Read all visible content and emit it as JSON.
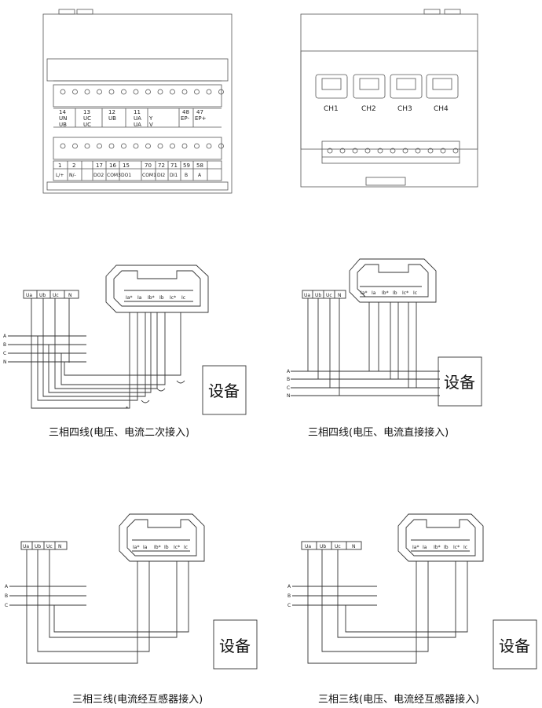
{
  "device_label": "设备",
  "star_mark": "*",
  "panel_left": {
    "top_row_numbers": [
      "14",
      "13",
      "12",
      "11",
      "48",
      "47"
    ],
    "top_row_labels_1": [
      "UN",
      "UC",
      "UB",
      "UA",
      "EP-",
      "EP+"
    ],
    "top_row_labels_2": [
      "UB",
      "UC",
      "UA"
    ],
    "yv_labels": [
      "Y",
      "V"
    ],
    "bottom_row_numbers": [
      "1",
      "2",
      "17",
      "16",
      "15",
      "70",
      "72",
      "71",
      "59",
      "58"
    ],
    "bottom_row_labels": [
      "L/+",
      "N/-",
      "DO2",
      "COM3",
      "DO1",
      "COM1",
      "DI2",
      "DI1",
      "B",
      "A"
    ]
  },
  "panel_right": {
    "channels": [
      "CH1",
      "CH2",
      "CH3",
      "CH4"
    ]
  },
  "diagrams": [
    {
      "caption": "三相四线(电压、电流二次接入)",
      "voltage_terms": [
        "Ua",
        "Ub",
        "Uc",
        "N"
      ],
      "current_terms": [
        "Ia*",
        "Ia",
        "Ib*",
        "Ib",
        "Ic*",
        "Ic"
      ],
      "phases": [
        "A",
        "B",
        "C",
        "N"
      ]
    },
    {
      "caption": "三相四线(电压、电流直接接入)",
      "voltage_terms": [
        "Ua",
        "Ub",
        "Uc",
        "N"
      ],
      "current_terms": [
        "Ia*",
        "Ia",
        "Ib*",
        "Ib",
        "Ic*",
        "Ic"
      ],
      "phases": [
        "A",
        "B",
        "C",
        "N"
      ]
    },
    {
      "caption": "三相三线(电流经互感器接入)",
      "voltage_terms": [
        "Ua",
        "Ub",
        "Uc",
        "N"
      ],
      "current_terms": [
        "Ia*",
        "Ia",
        "Ib*",
        "Ib",
        "Ic*",
        "Ic"
      ],
      "phases": [
        "A",
        "B",
        "C"
      ]
    },
    {
      "caption": "三相三线(电压、电流经互感器接入)",
      "voltage_terms": [
        "Ua",
        "Ub",
        "Uc",
        "N"
      ],
      "current_terms": [
        "Ia*",
        "Ia",
        "Ib*",
        "Ib",
        "Ic*",
        "Ic"
      ],
      "phases": [
        "A",
        "B",
        "C"
      ]
    }
  ]
}
